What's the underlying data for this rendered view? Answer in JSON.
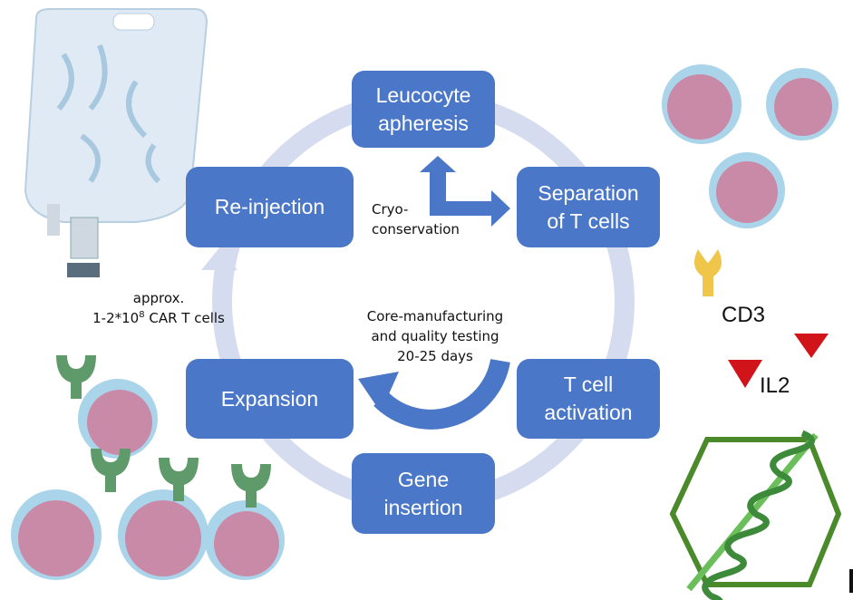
{
  "steps": {
    "apheresis": [
      "Leucocyte",
      "apheresis"
    ],
    "separation": [
      "Separation",
      "of T cells"
    ],
    "reinjection": "Re-injection",
    "activation": [
      "T cell",
      "activation"
    ],
    "expansion": "Expansion",
    "gene_insertion": [
      "Gene",
      "insertion"
    ]
  },
  "cryo": [
    "Cryo-",
    "conservation"
  ],
  "core": [
    "Core-manufacturing",
    "and quality testing",
    "20-25 days"
  ],
  "dose": {
    "line1": "approx.",
    "line2_pre": "1-2*10",
    "line2_sup": "8",
    "line2_post": " CAR T cells"
  },
  "cd3": "CD3",
  "il2": "IL2",
  "colors": {
    "box": "#4a77c7",
    "ring": "#d6dcef",
    "cell_body": "#c98aa8",
    "cell_membrane": "#a9d4ea",
    "receptor": "#5f9a6a",
    "cd3": "#f0c64a",
    "il2": "#d0141a",
    "hexagon": "#4a8a2a"
  }
}
